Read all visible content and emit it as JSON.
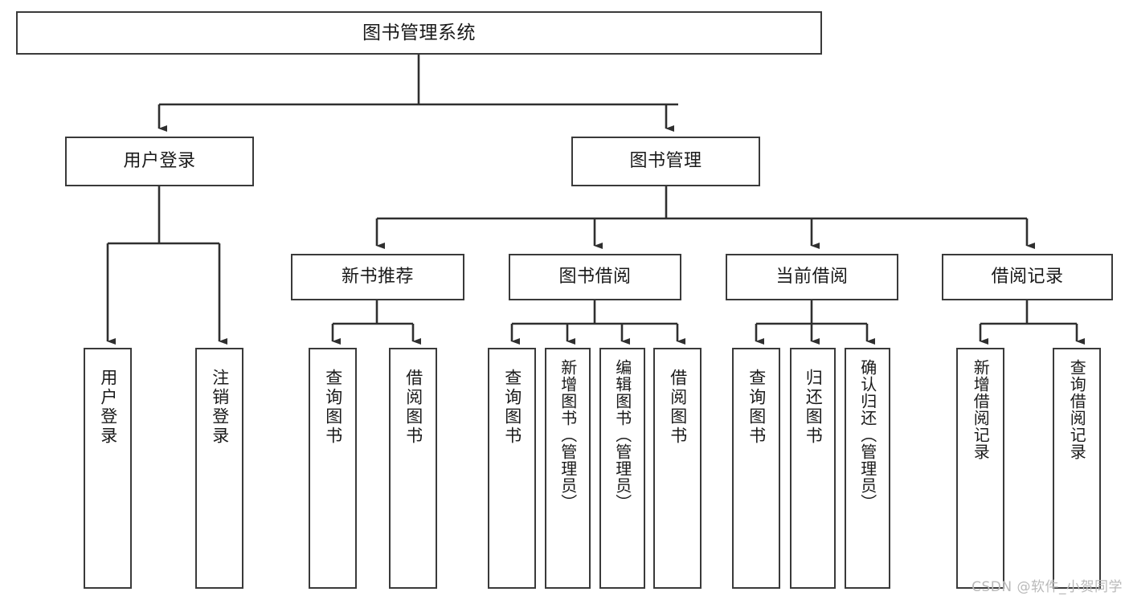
{
  "diagram": {
    "title": "图书管理系统",
    "type": "tree-hierarchy-diagram",
    "colors": {
      "box_border": "#3a3a3a",
      "box_fill": "#ffffff",
      "connector": "#2f2f2f",
      "text": "#1a1a1a",
      "watermark": "#b9b9b9",
      "background": "#ffffff"
    },
    "nodes": {
      "root": {
        "label": "图书管理系统"
      },
      "level1": [
        {
          "label": "用户登录"
        },
        {
          "label": "图书管理"
        }
      ],
      "level2": [
        {
          "label": "新书推荐"
        },
        {
          "label": "图书借阅"
        },
        {
          "label": "当前借阅"
        },
        {
          "label": "借阅记录"
        }
      ],
      "leaves": {
        "user_login": [
          {
            "label": "用户登录"
          },
          {
            "label": "注销登录"
          }
        ],
        "new_book_recommend": [
          {
            "label": "查询图书"
          },
          {
            "label": "借阅图书"
          }
        ],
        "book_borrow": [
          {
            "label": "查询图书"
          },
          {
            "label": "新增图书（管理员）"
          },
          {
            "label": "编辑图书（管理员）"
          },
          {
            "label": "借阅图书"
          }
        ],
        "current_borrow": [
          {
            "label": "查询图书"
          },
          {
            "label": "归还图书"
          },
          {
            "label": "确认归还（管理员）"
          }
        ],
        "borrow_record": [
          {
            "label": "新增借阅记录"
          },
          {
            "label": "查询借阅记录"
          }
        ]
      }
    },
    "watermark": "CSDN @软件_小贺同学"
  }
}
